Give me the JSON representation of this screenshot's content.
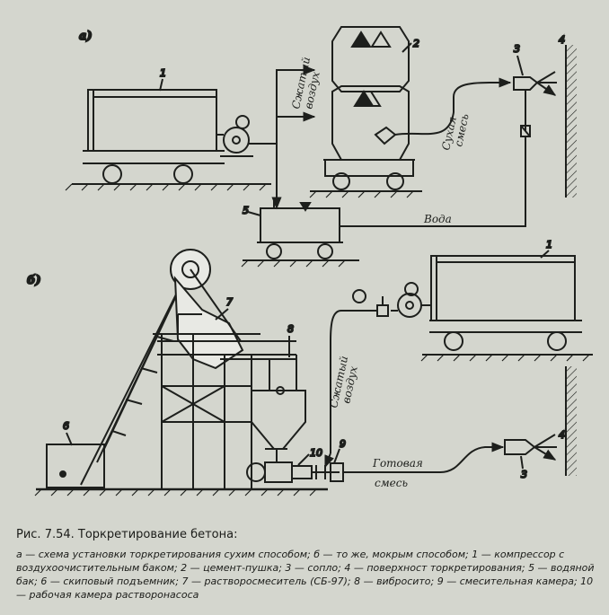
{
  "figure": {
    "panel_a": "а)",
    "panel_b": "б)",
    "numbers": {
      "a1": "1",
      "a2": "2",
      "a3": "3",
      "a4": "4",
      "a5": "5",
      "b1": "1",
      "b3": "3",
      "b4": "4",
      "b6": "6",
      "b7": "7",
      "b8": "8",
      "b9": "9",
      "b10": "10"
    },
    "text_compressed_air_a_1": "Сжатый",
    "text_compressed_air_a_2": "воздух",
    "text_dry_mix_1": "Сухая",
    "text_dry_mix_2": "смесь",
    "text_water": "Вода",
    "text_compressed_air_b_1": "Сжатый",
    "text_compressed_air_b_2": "воздух",
    "text_ready_mix_1": "Готовая",
    "text_ready_mix_2": "смесь"
  },
  "caption": {
    "title": "Рис.  7.54. Торкретирование бетона:",
    "items": [
      {
        "key": "а",
        "text": " — схема установки торкретирования сухим способом; "
      },
      {
        "key": "б",
        "text": " — то же, мокрым способом; "
      },
      {
        "key": "1",
        "text": " — компрессор с воздухоочистительным баком; "
      },
      {
        "key": "2",
        "text": " — цемент-пушка; "
      },
      {
        "key": "3",
        "text": " — сопло; "
      },
      {
        "key": "4",
        "text": " — поверхност торкретирования; "
      },
      {
        "key": "5",
        "text": " — водяной бак; "
      },
      {
        "key": "6",
        "text": " — скиповый подъемник; "
      },
      {
        "key": "7",
        "text": " — растворосмеситель (СБ-97); "
      },
      {
        "key": "8",
        "text": " — вибросито; "
      },
      {
        "key": "9",
        "text": " — смесительная камера; "
      },
      {
        "key": "10",
        "text": " — рабочая камера растворонасоса"
      }
    ]
  }
}
